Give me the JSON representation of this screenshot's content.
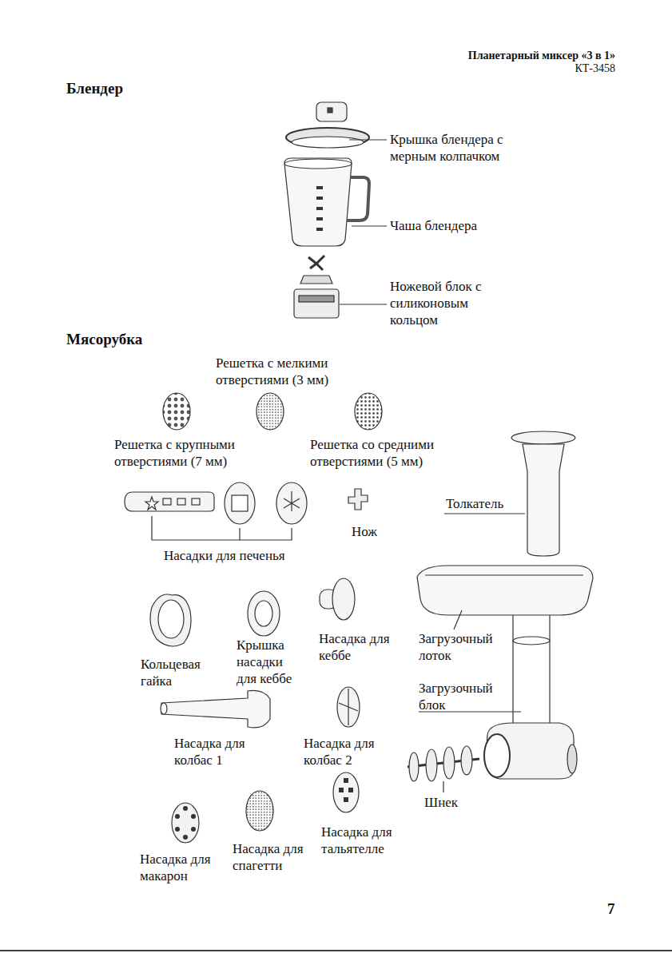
{
  "diagram": {
    "title": "Планетарный миксер «3 в 1»",
    "labels": [
      "КТ-3458",
      "Блендер",
      "Крышка блендера с мерным колпачком",
      "Чаша блендера",
      "Ножевой блок с силиконовым кольцом",
      "Мясорубка",
      "Решетка с мелкими отверстиями (3 мм)",
      "Решетка с крупными отверстиями (7 мм)",
      "Решетка со средними отверстиями (5 мм)",
      "Толкатель",
      "Нож",
      "Насадки для печенья",
      "Кольцевая гайка",
      "Крышка насадки для кеббе",
      "Насадка для кеббе",
      "Загрузочный лоток",
      "Загрузочный блок",
      "Насадка для колбас 1",
      "Насадка для колбас 2",
      "Шнек",
      "Насадка для макарон",
      "Насадка для спагетти",
      "Насадка для тальятелле",
      "7"
    ]
  }
}
